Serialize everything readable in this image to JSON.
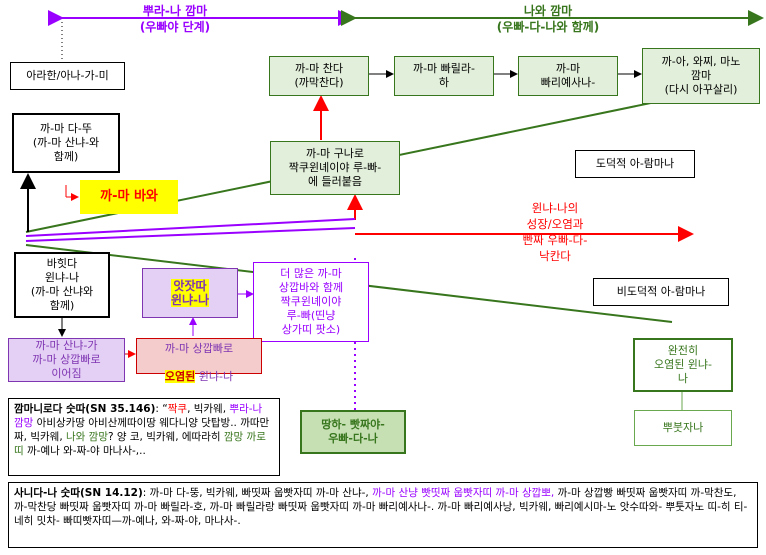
{
  "headers": {
    "left": "뿌라-나 깜마\n(우빠야 단계)",
    "right": "나와 깜마\n(우빠-다-나와 함께)"
  },
  "boxes": {
    "arahan": "아라한/아나-가-미",
    "dukkha_desire": "까-마 다-뚜\n(까-마 산냐-와\n함께)",
    "kama_bhava": "까-마 바와",
    "kama_chanda": "까-마 찬다\n(까막찬다)",
    "kama_rajja": "까-마 빠릴라-\n하",
    "kama_pariyesana": "까-마\n빠리예사나-",
    "final_right": "까-아, 와찌, 마노\n깜마\n(다시 아꾸살리)",
    "kama_gunaro": "까-마 구나로\n짝쿠윈녜이야 루-빠-\n에 들러붙음",
    "bahiddha": "바힛다\n윈냐-나\n(까-마 산냐와\n함께)",
    "ajjhatta": "앗잣따\n윈냐-나",
    "more_kama": "더 많은 까-마\n상깝바와 함께\n짝쿠윈녜이야\n루-빠(띤냥\n상가띠 팟소)",
    "kama_sanna": "까-마 산냐-가\n까-마 상깝빠로\n이어짐",
    "polluted_prefix": "까-마 상깝빠로",
    "polluted_hl": "오염된",
    "polluted_suffix": " 윈냐-나",
    "dhamma_arammana": "도덕적 아-람마나",
    "adhamma_arammana": "비도덕적 아-람마나",
    "complete_pollution": "완전히\n오염된 윈냐-\n나",
    "ddanga": "땅하- 빳짜야-\n우빠-다-나",
    "pubba_sana": "뿌붓자나"
  },
  "center_red_text": "윈냐-나의\n성장/오염과\n빤짜 우빠-다-\n낙칸다",
  "quote1": {
    "ref": "깜마니로다 숫따(SN 35.146)",
    "seg1": ": “",
    "seg2": "짝쿠",
    "seg3": ", 빅카웨, ",
    "seg4": "뿌라-나 깜망",
    "seg5": " 아비상카땅 아비산께따이땅 웨다니양 닷탑방.. 까따만짜, 빅카웨, ",
    "seg6": "나와 깜망",
    "seg7": "? 양 코, 빅카웨, 에따라히 ",
    "seg8": "깜망 까로띠",
    "seg9": " 까-예나 와-짜-야 마나사-,.."
  },
  "quote2": {
    "ref": "사니다-나 숫따(SN 14.12)",
    "seg1": ": 까-마 다-뚱, 빅카웨, 빠띳짜 웁빳자띠 까-마 산냐-, ",
    "seg2": "까-마 산냥 빳띳짜 웁빳자띠 까-마 상깝뽀,",
    "seg3": " 까-마 상깝빵 빠띳짜 웁빳자띠 까-막찬도, 까-막찬당 빠띳짜 웁빳자띠 까-마 빠릴라-호, 까-마 빠릴라랑 빠띳짜 웁빳자띠 까-마 빠리예사나-. 까-마 빠리예사낭, 빅카웨, 빠리예시마-노 앗수따와- 뿌툿자노 띠-히 티-네히 밋차- 빠띠빳자띠—까-예나, 와-짜-야, 마나사-."
  }
}
